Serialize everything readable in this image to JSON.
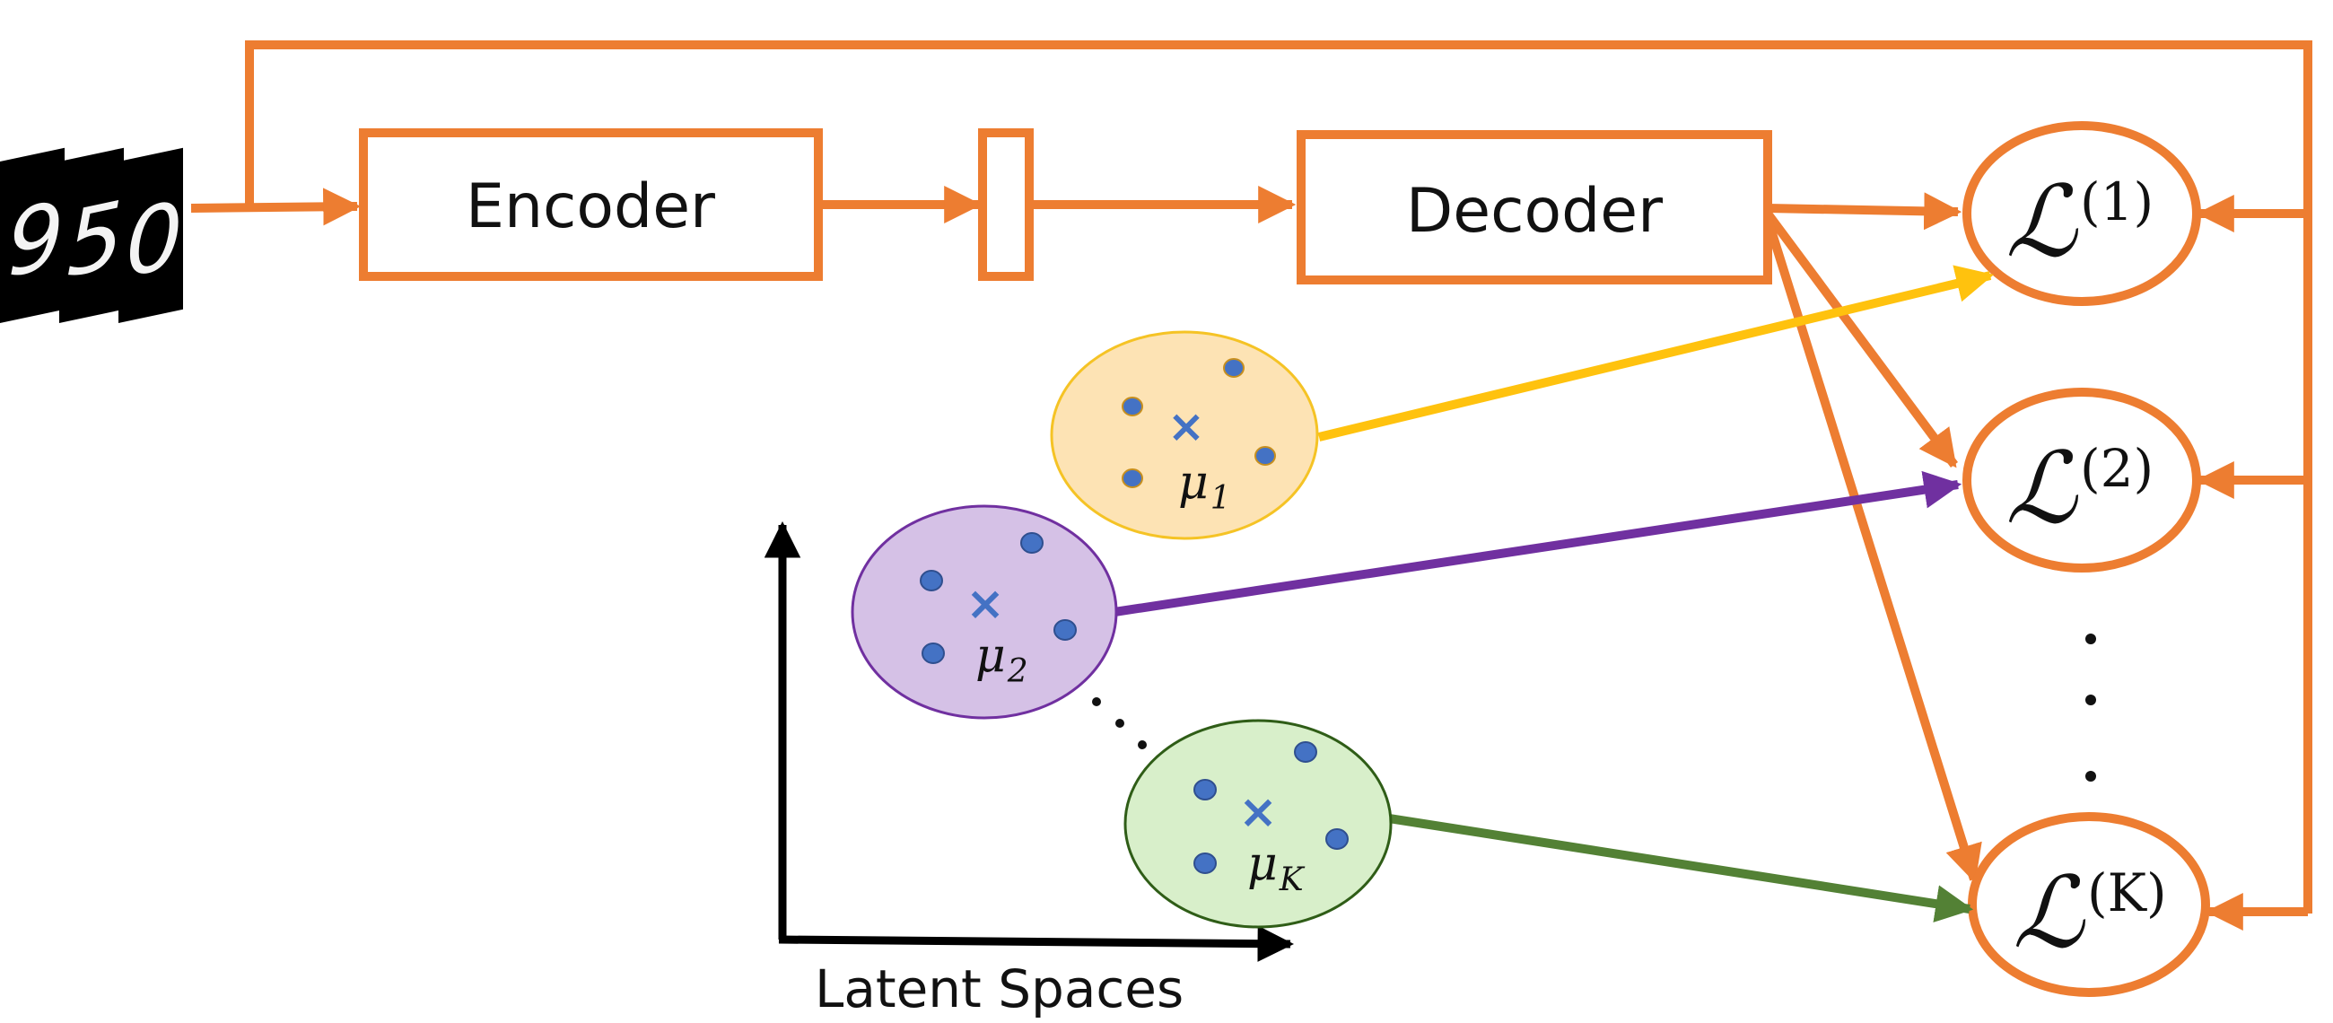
{
  "diagram": {
    "encoder_label": "Encoder",
    "decoder_label": "Decoder",
    "latent_axis_label": "Latent Spaces",
    "input_digits": [
      "9",
      "5",
      "0"
    ],
    "loss_symbol": "ℒ",
    "losses": [
      {
        "superscript": "(1)"
      },
      {
        "superscript": "(2)"
      },
      {
        "superscript": "(K)"
      }
    ],
    "clusters": [
      {
        "symbol": "μ",
        "subscript": "1",
        "fill": "#fde3b4",
        "stroke": "#f5c325",
        "arrow": "#ffc20e"
      },
      {
        "symbol": "μ",
        "subscript": "2",
        "fill": "#d5c1e6",
        "stroke": "#7030a0",
        "arrow": "#7030a0"
      },
      {
        "symbol": "μ",
        "subscript": "K",
        "fill": "#d8efca",
        "stroke": "#2f5d17",
        "arrow": "#538135"
      }
    ],
    "colors": {
      "flow": "#ed7d31",
      "points": "#4472c4",
      "axis": "#000000"
    }
  }
}
